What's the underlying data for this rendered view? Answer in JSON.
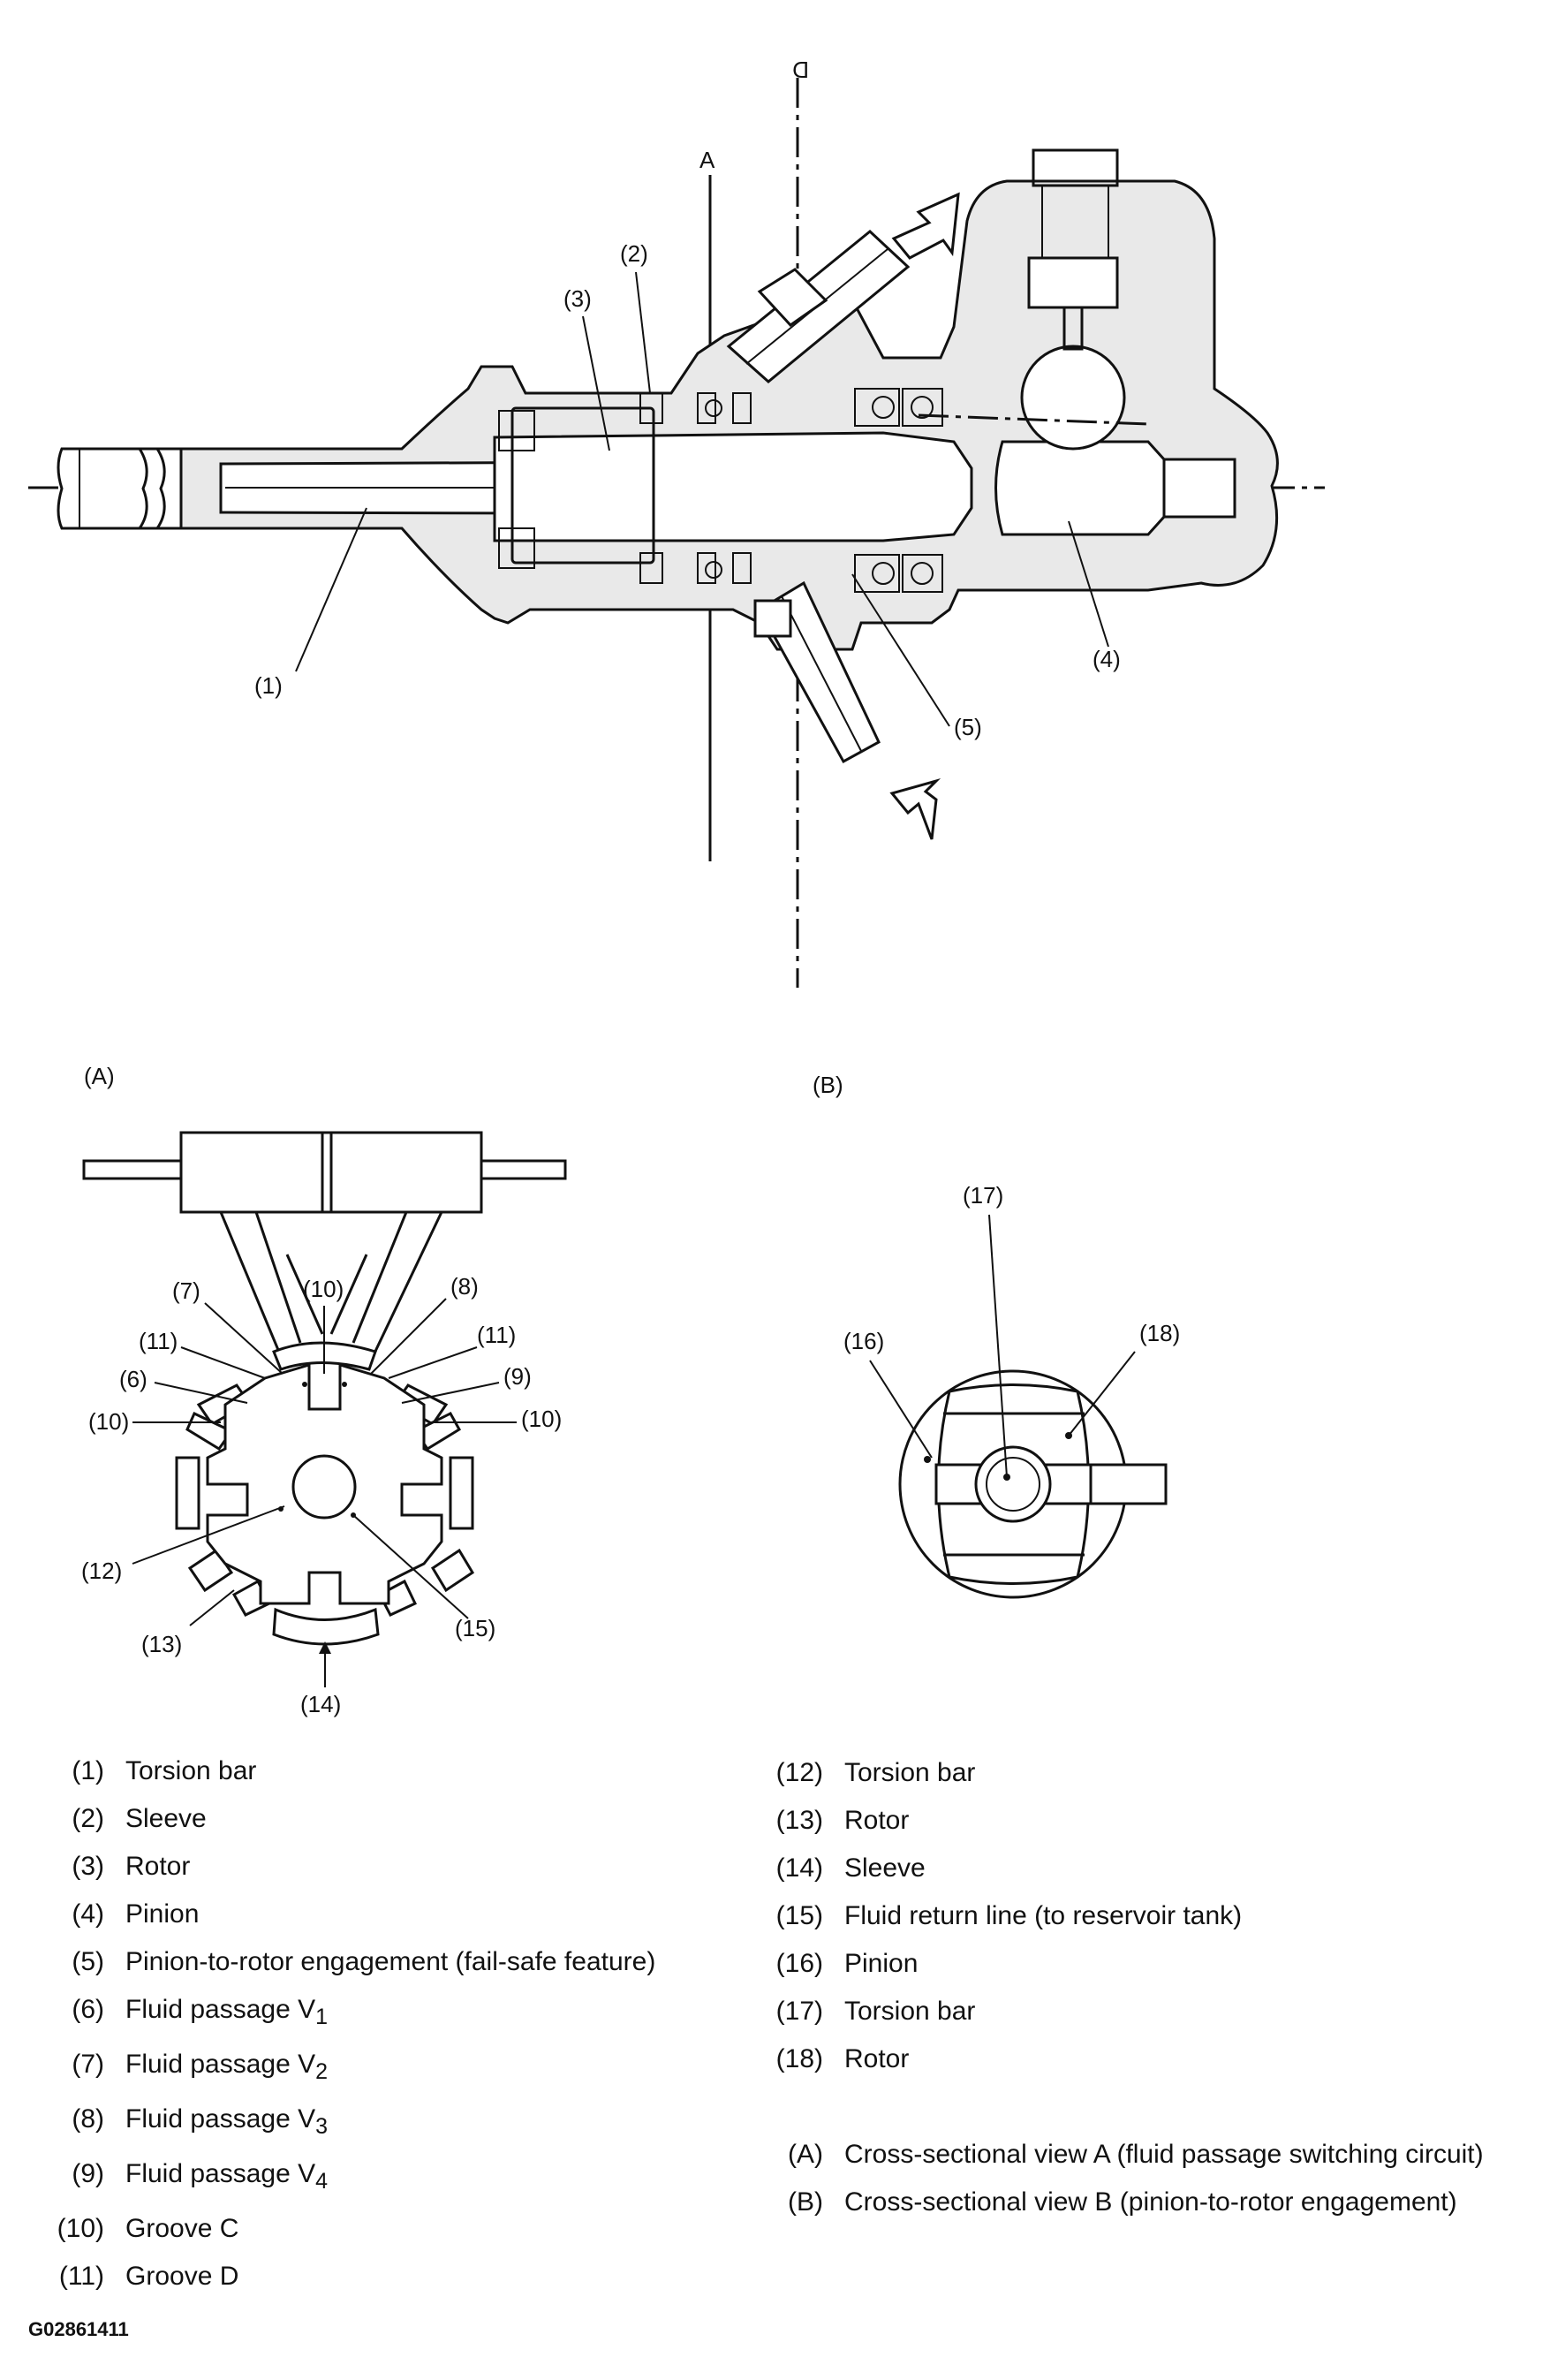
{
  "figure": {
    "section_labels": {
      "A": "A",
      "D": "D",
      "view_a": "(A)",
      "view_b": "(B)"
    },
    "callouts": {
      "c1": "(1)",
      "c2": "(2)",
      "c3": "(3)",
      "c4": "(4)",
      "c5": "(5)",
      "c6": "(6)",
      "c7": "(7)",
      "c8": "(8)",
      "c9": "(9)",
      "c10": "(10)",
      "c11": "(11)",
      "c12": "(12)",
      "c13": "(13)",
      "c14": "(14)",
      "c15": "(15)",
      "c16": "(16)",
      "c17": "(17)",
      "c18": "(18)"
    }
  },
  "legend_left": [
    {
      "num": "(1)",
      "text": "Torsion bar",
      "sub": ""
    },
    {
      "num": "(2)",
      "text": "Sleeve",
      "sub": ""
    },
    {
      "num": "(3)",
      "text": "Rotor",
      "sub": ""
    },
    {
      "num": "(4)",
      "text": "Pinion",
      "sub": ""
    },
    {
      "num": "(5)",
      "text": "Pinion-to-rotor engagement (fail-safe feature)",
      "sub": ""
    },
    {
      "num": "(6)",
      "text": "Fluid passage V",
      "sub": "1"
    },
    {
      "num": "(7)",
      "text": "Fluid passage V",
      "sub": "2"
    },
    {
      "num": "(8)",
      "text": "Fluid passage V",
      "sub": "3"
    },
    {
      "num": "(9)",
      "text": "Fluid passage V",
      "sub": "4"
    },
    {
      "num": "(10)",
      "text": "Groove C",
      "sub": ""
    },
    {
      "num": "(11)",
      "text": "Groove D",
      "sub": ""
    }
  ],
  "legend_right": [
    {
      "num": "(12)",
      "text": "Torsion bar"
    },
    {
      "num": "(13)",
      "text": "Rotor"
    },
    {
      "num": "(14)",
      "text": "Sleeve"
    },
    {
      "num": "(15)",
      "text": "Fluid return line (to reservoir tank)"
    },
    {
      "num": "(16)",
      "text": "Pinion"
    },
    {
      "num": "(17)",
      "text": "Torsion bar"
    },
    {
      "num": "(18)",
      "text": "Rotor"
    },
    {
      "num": "",
      "text": ""
    },
    {
      "num": "(A)",
      "text": "Cross-sectional view A (fluid passage switching circuit)"
    },
    {
      "num": "(B)",
      "text": "Cross-sectional view B (pinion-to-rotor engagement)"
    }
  ],
  "figure_code": "G02861411"
}
